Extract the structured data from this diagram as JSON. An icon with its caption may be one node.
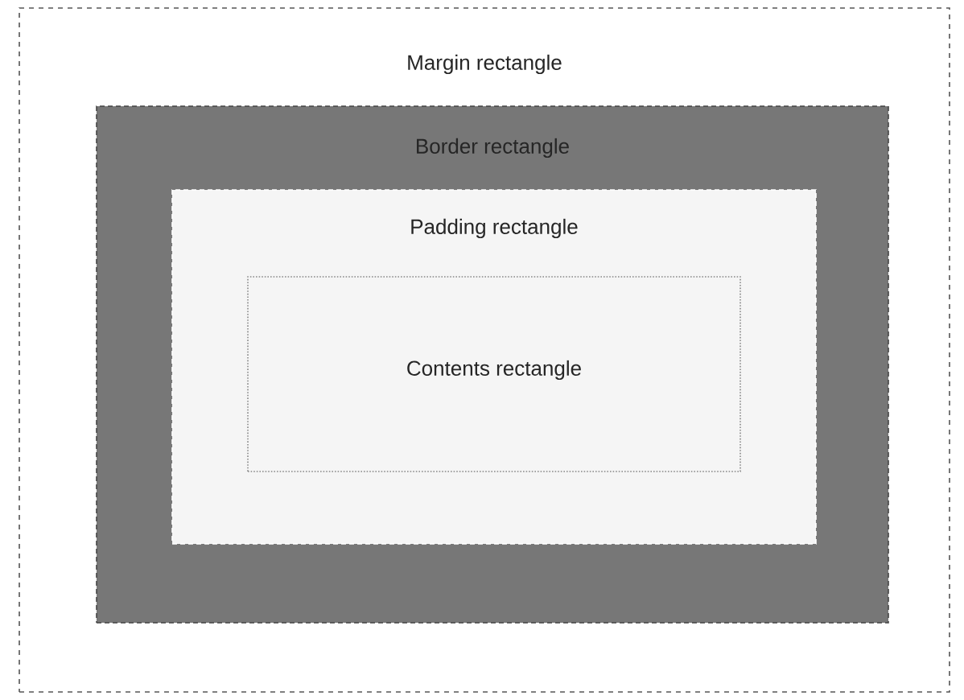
{
  "diagram": {
    "nodes": [
      {
        "text": [
          "Margin rectangle"
        ]
      },
      {
        "text": [
          "Border rectangle"
        ],
        "in": 0
      },
      {
        "text": [
          "Padding rectangle"
        ],
        "in": 1
      },
      {
        "text": [
          "Contents rectangle"
        ],
        "in": 2
      }
    ]
  }
}
